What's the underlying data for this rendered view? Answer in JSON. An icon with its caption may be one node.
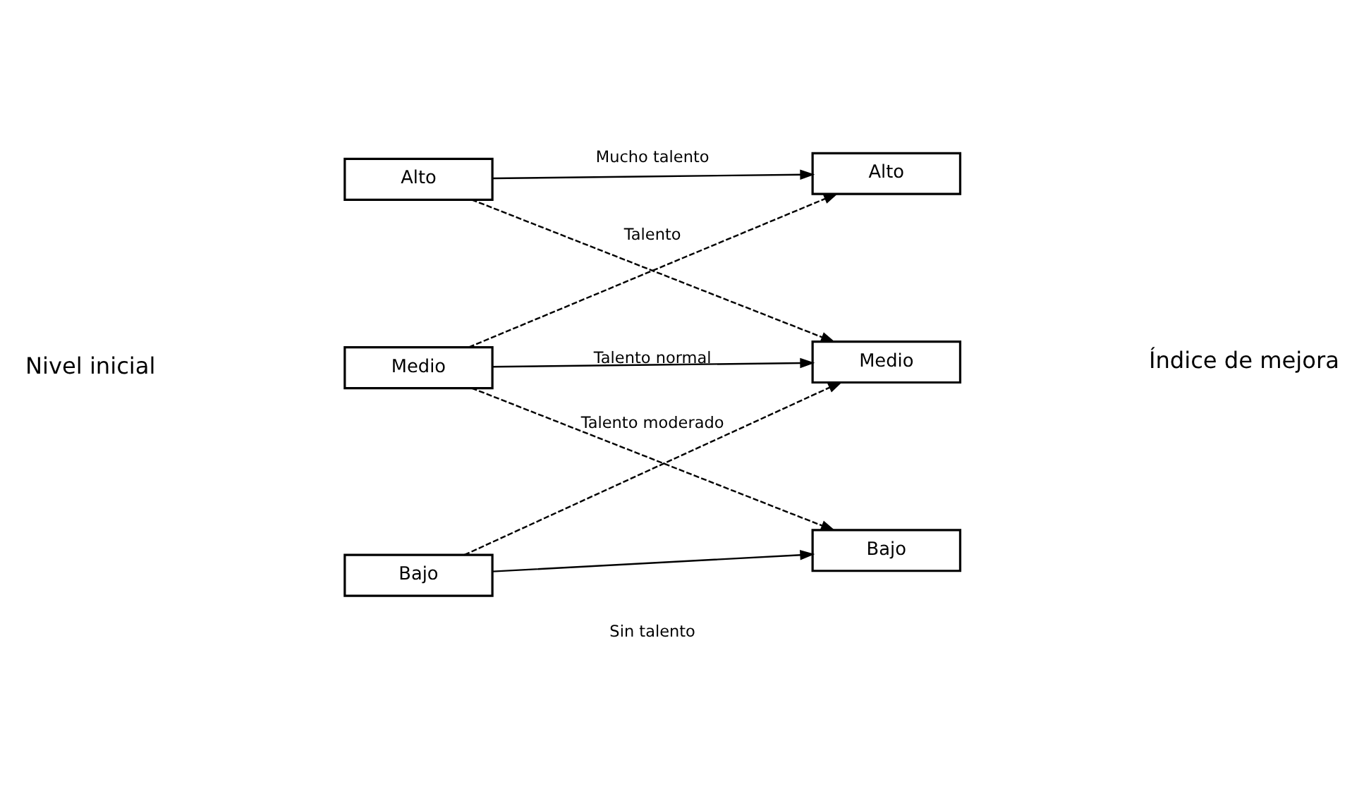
{
  "diagram": {
    "nodes": [
      {
        "text": [
          "Alto"
        ]
      },
      {
        "text": [
          "Medio"
        ]
      },
      {
        "text": [
          "Bajo"
        ]
      },
      {
        "text": [
          "Alto"
        ]
      },
      {
        "text": [
          "Medio"
        ]
      },
      {
        "text": [
          "Bajo"
        ]
      }
    ],
    "edges": [
      {
        "from": 0,
        "to": 3,
        "arrow": "to",
        "label": "Mucho talento"
      },
      {
        "from": 0,
        "to": 4,
        "arrow": "to",
        "style": "dashed",
        "label": "Talento"
      },
      {
        "from": 1,
        "to": 3,
        "arrow": "to",
        "style": "dashed"
      },
      {
        "from": 1,
        "to": 4,
        "arrow": "to",
        "label": "Talento normal"
      },
      {
        "from": 1,
        "to": 5,
        "arrow": "to",
        "style": "dashed",
        "label": "Talento moderado"
      },
      {
        "from": 2,
        "to": 4,
        "arrow": "to",
        "style": "dashed"
      },
      {
        "from": 2,
        "to": 5,
        "arrow": "to",
        "label": "Sin talento"
      }
    ],
    "labels": [
      "Nivel inicial",
      "Índice de mejora"
    ]
  }
}
